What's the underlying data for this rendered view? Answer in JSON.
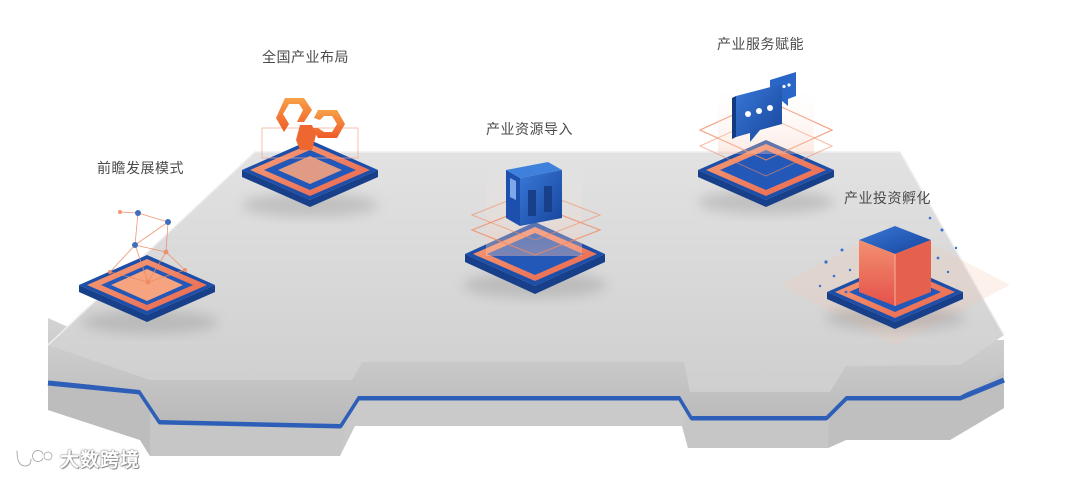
{
  "nodes": [
    {
      "id": "frontier",
      "label": "前瞻发展模式",
      "icon": "network-graph-icon"
    },
    {
      "id": "layout",
      "label": "全国产业布局",
      "icon": "chain-link-icon"
    },
    {
      "id": "resources",
      "label": "产业资源导入",
      "icon": "shop-building-icon"
    },
    {
      "id": "services",
      "label": "产业服务赋能",
      "icon": "chat-bubble-icon"
    },
    {
      "id": "incubation",
      "label": "产业投资孵化",
      "icon": "cube-icon"
    }
  ],
  "watermark": {
    "text": "大数跨境",
    "icon": "logo-icon"
  },
  "colors": {
    "platform_top": "#d9d9d9",
    "platform_side": "#c4c4c4",
    "stripe": "#2e5fb8",
    "tile_blue": "#1f55b0",
    "tile_orange": "#f08a63",
    "icon_orange": "#f07a30",
    "icon_blue": "#1c4fae"
  }
}
